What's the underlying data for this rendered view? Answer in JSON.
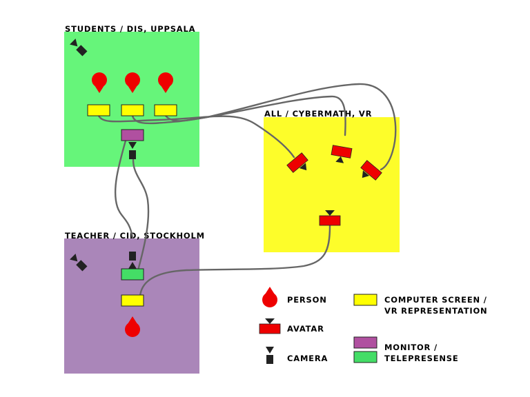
{
  "rooms": {
    "students": {
      "title": "STUDENTS / DIS, UPPSALA",
      "color": "#66f57a"
    },
    "vr": {
      "title": "ALL / CYBERMATH, VR",
      "color": "#fdfd2a"
    },
    "teacher": {
      "title": "TEACHER / CID, STOCKHOLM",
      "color": "#aa86b9"
    }
  },
  "legend": {
    "person": "PERSON",
    "avatar": "AVATAR",
    "camera": "CAMERA",
    "screen_line1": "COMPUTER SCREEN /",
    "screen_line2": "VR REPRESENTATION",
    "monitor_line1": "MONITOR /",
    "monitor_line2": "TELEPRESENSE"
  },
  "colors": {
    "person": "#ee0000",
    "screen": "#ffff00",
    "monitor": "#b050a0",
    "telepresence": "#44dd66",
    "camera": "#222222",
    "connector": "#666666"
  },
  "icons": [
    "person-icon",
    "avatar-icon",
    "camera-icon",
    "screen-icon",
    "monitor-icon",
    "telepresence-icon"
  ]
}
